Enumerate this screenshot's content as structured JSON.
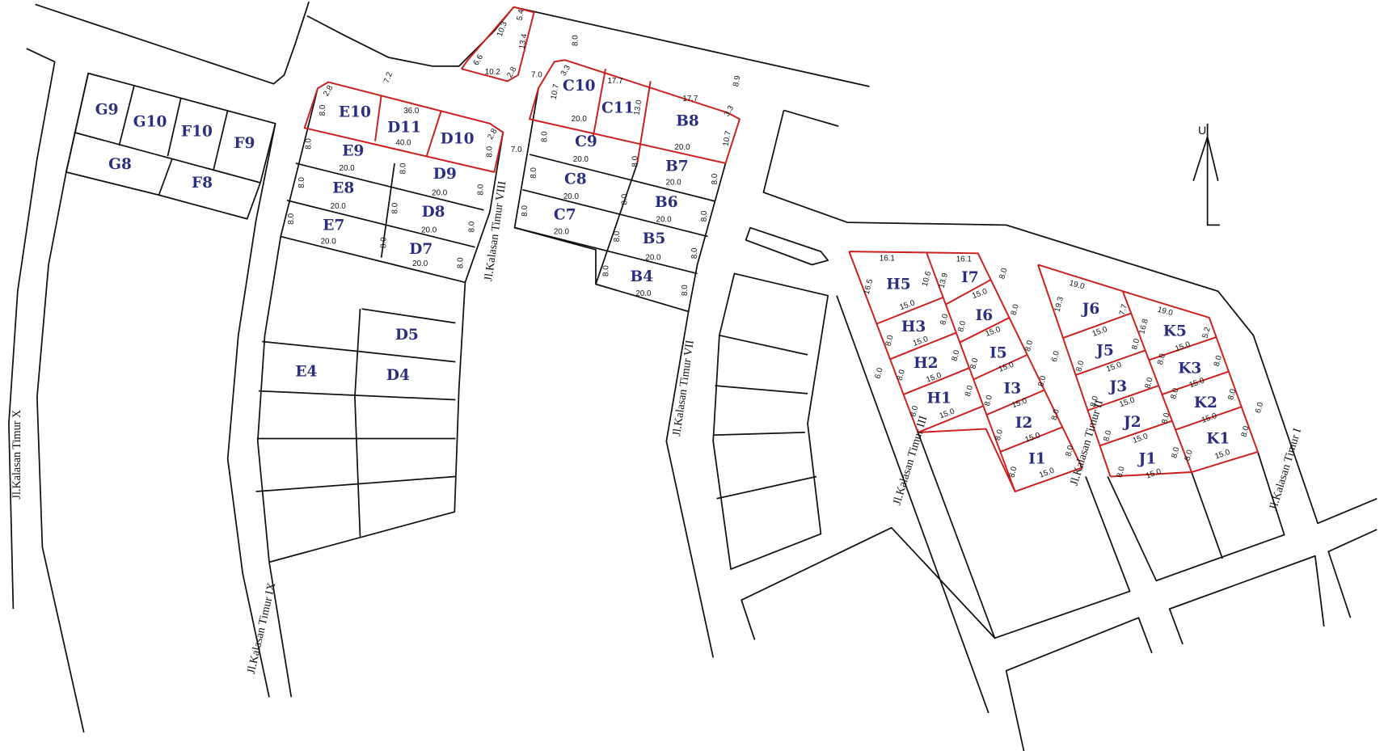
{
  "map": {
    "north_label": "U"
  },
  "colors": {
    "lot_label": "#2b2f7e",
    "highlight_outline": "#cc1f1f",
    "line": "#111111"
  },
  "streets": [
    "Jl.Kalasan Timur X",
    "Jl.Kalasan Timur IX",
    "Jl.Kalasan Timur VIII",
    "Jl.Kalasan Timur VII",
    "Jl.Kalasan Timur III",
    "Jl.Kalasan Timur II",
    "Jl.Kalasan Timur I"
  ],
  "lots": [
    "G9",
    "G10",
    "F10",
    "F9",
    "G8",
    "F8",
    "E10",
    "D11",
    "D10",
    "E9",
    "D9",
    "E8",
    "D8",
    "E7",
    "D7",
    "D5",
    "E4",
    "D4",
    "C10",
    "C11",
    "B8",
    "C9",
    "B7",
    "C8",
    "B6",
    "C7",
    "B5",
    "B4",
    "H5",
    "I7",
    "H3",
    "I6",
    "H2",
    "I5",
    "H1",
    "I3",
    "I2",
    "I1",
    "J6",
    "K5",
    "J5",
    "K3",
    "J3",
    "K2",
    "J2",
    "K1",
    "J1"
  ],
  "dimensions": [
    "5.4",
    "10.3",
    "13.4",
    "6.6",
    "10.2",
    "2.8",
    "8.0",
    "7.0",
    "7.2",
    "8.9",
    "7.0",
    "2.8",
    "8.0",
    "36.0",
    "40.0",
    "2.8",
    "8.0",
    "8.0",
    "20.0",
    "8.0",
    "20.0",
    "8.0",
    "8.0",
    "20.0",
    "8.0",
    "20.0",
    "8.0",
    "8.0",
    "20.0",
    "8.0",
    "20.0",
    "8.0",
    "3.3",
    "10.7",
    "20.0",
    "17.7",
    "13.0",
    "17.7",
    "3.3",
    "10.7",
    "20.0",
    "8.0",
    "20.0",
    "8.0",
    "20.0",
    "8.0",
    "8.0",
    "20.0",
    "8.0",
    "20.0",
    "8.0",
    "8.0",
    "20.0",
    "8.0",
    "20.0",
    "8.0",
    "8.0",
    "20.0",
    "8.0",
    "16.1",
    "16.1",
    "16.5",
    "10.6",
    "13.9",
    "8.0",
    "15.0",
    "15.0",
    "8.0",
    "15.0",
    "8.0",
    "8.0",
    "15.0",
    "8.0",
    "8.0",
    "15.0",
    "8.0",
    "8.0",
    "15.0",
    "8.0",
    "8.0",
    "15.0",
    "8.0",
    "8.0",
    "15.0",
    "8.0",
    "8.0",
    "15.0",
    "8.0",
    "8.0",
    "15.0",
    "8.0",
    "6.0",
    "6.0",
    "6.0",
    "19.0",
    "19.3",
    "7.7",
    "15.0",
    "19.0",
    "16.8",
    "5.2",
    "15.0",
    "8.0",
    "15.0",
    "8.0",
    "8.0",
    "15.0",
    "8.0",
    "8.0",
    "15.0",
    "8.0",
    "8.0",
    "15.0",
    "8.0",
    "8.0",
    "15.0",
    "8.0",
    "8.0",
    "15.0",
    "8.0",
    "8.0",
    "15.0",
    "8.0"
  ]
}
